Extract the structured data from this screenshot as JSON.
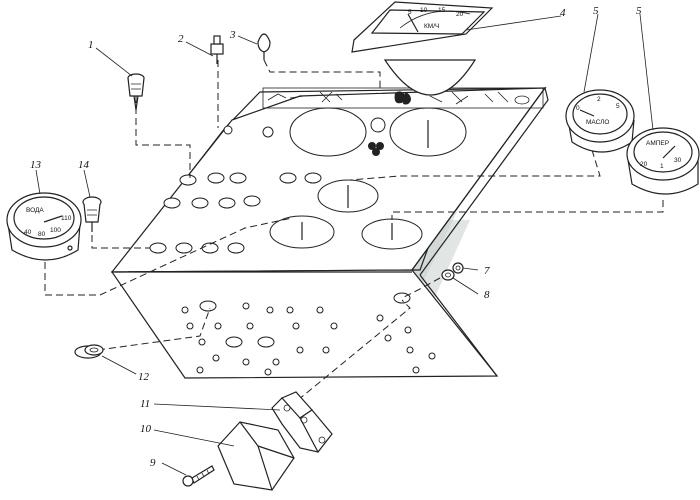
{
  "callouts": {
    "c1": "1",
    "c2": "2",
    "c3": "3",
    "c4": "4",
    "c5a": "5",
    "c5b": "5",
    "c7": "7",
    "c8": "8",
    "c9": "9",
    "c10": "10",
    "c11": "11",
    "c12": "12",
    "c13": "13",
    "c14": "14"
  },
  "gauges": {
    "speedometer": {
      "ticks": [
        "5",
        "10",
        "15",
        "20"
      ],
      "unit": "КМ/Ч"
    },
    "oil": {
      "label": "МАСЛО",
      "ticks": [
        "0",
        "2",
        "5"
      ]
    },
    "ammeter": {
      "label": "АМПЕР",
      "ticks": [
        "20",
        "1",
        "30"
      ]
    },
    "water": {
      "label": "ВОДА",
      "ticks": [
        "40",
        "80",
        "100",
        "110"
      ]
    }
  }
}
